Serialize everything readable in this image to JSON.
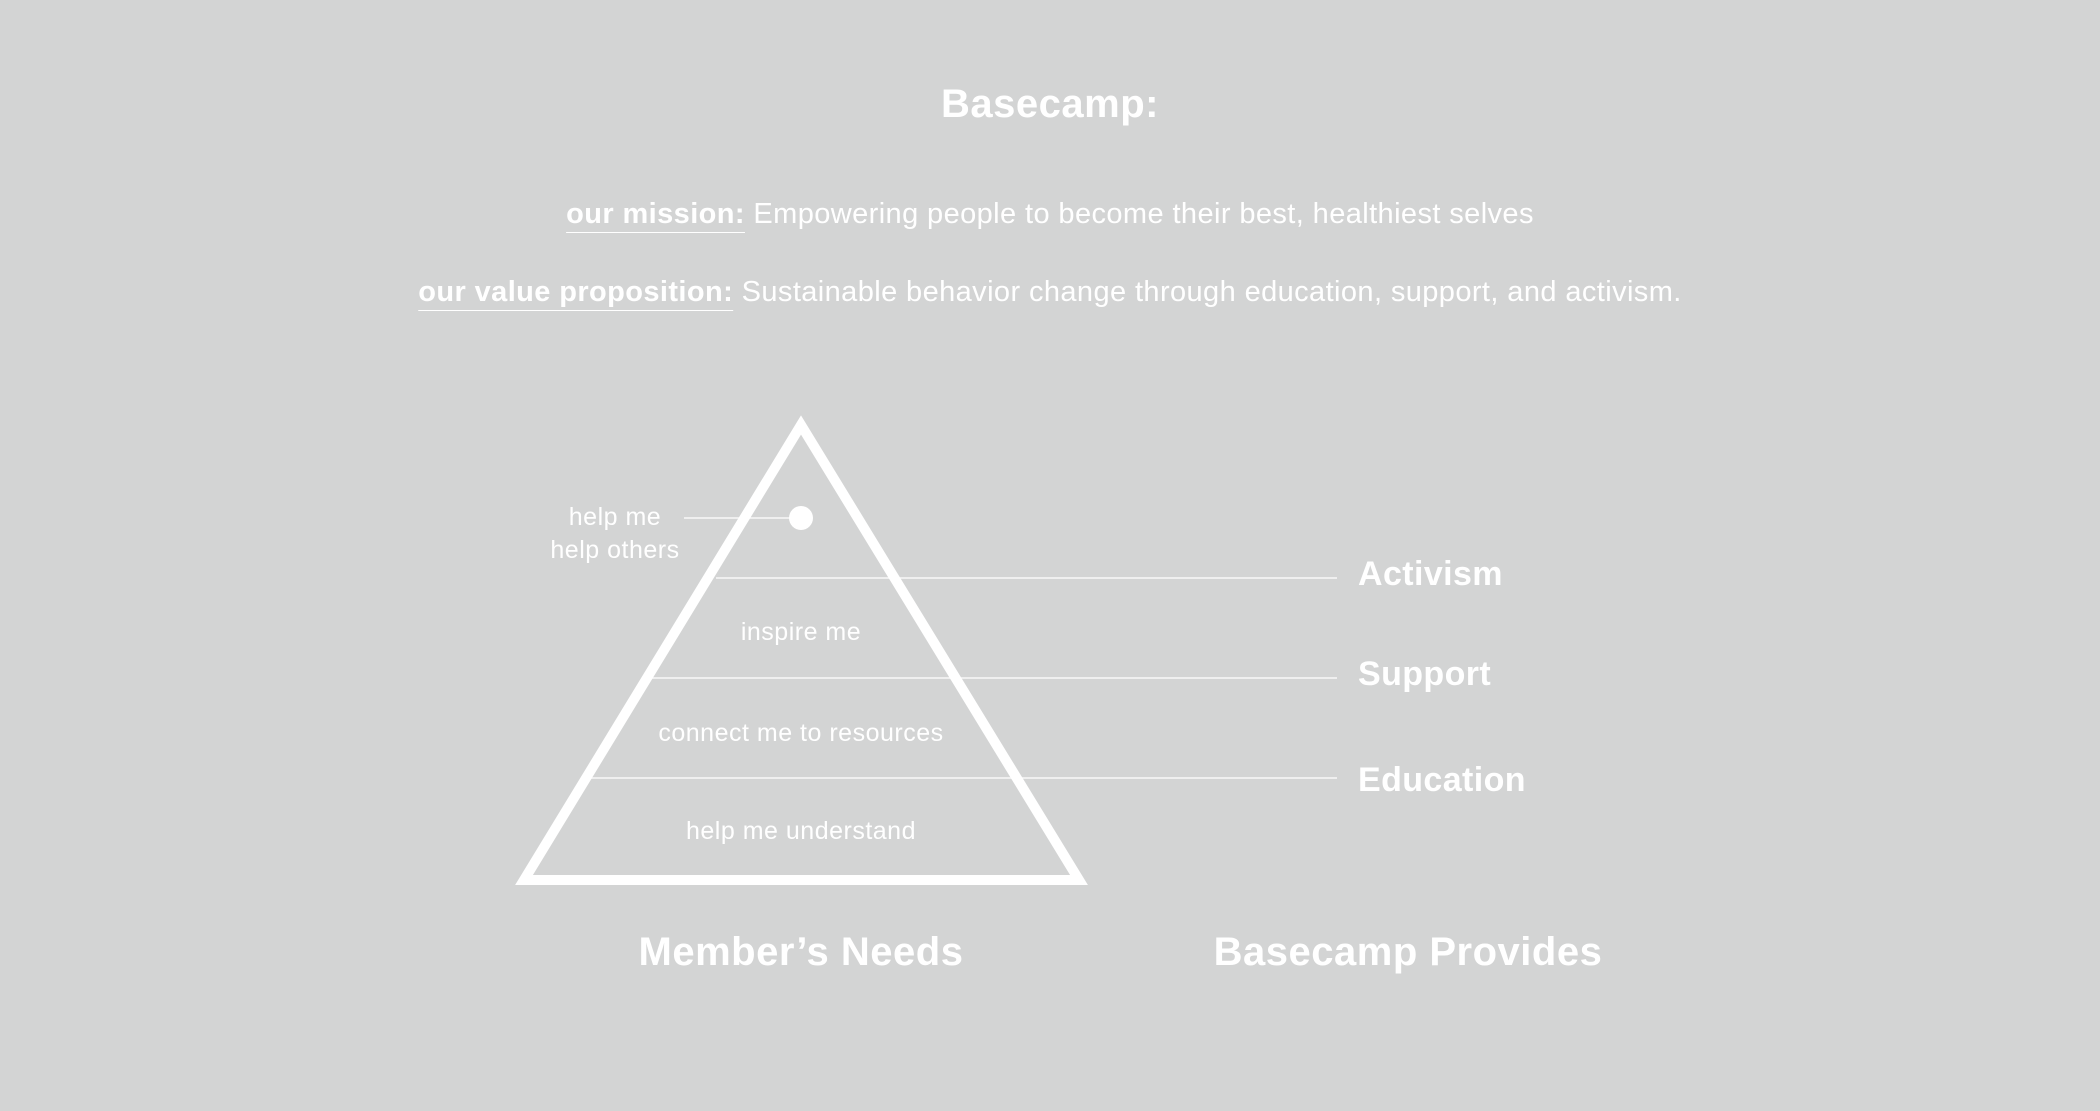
{
  "title": "Basecamp:",
  "mission": {
    "label": "our mission:",
    "text": " Empowering people to become their best, healthiest selves"
  },
  "value_proposition": {
    "label": "our value proposition:",
    "text": " Sustainable behavior change through education, support, and activism."
  },
  "pyramid": {
    "top_level": [
      "help me",
      "help others"
    ],
    "levels": [
      "inspire me",
      "connect me to resources",
      "help me understand"
    ],
    "caption": "Member’s Needs"
  },
  "provides": {
    "items": [
      "Activism",
      "Support",
      "Education"
    ],
    "caption": "Basecamp Provides"
  },
  "colors": {
    "background": "#d3d4d4",
    "foreground": "#ffffff"
  }
}
